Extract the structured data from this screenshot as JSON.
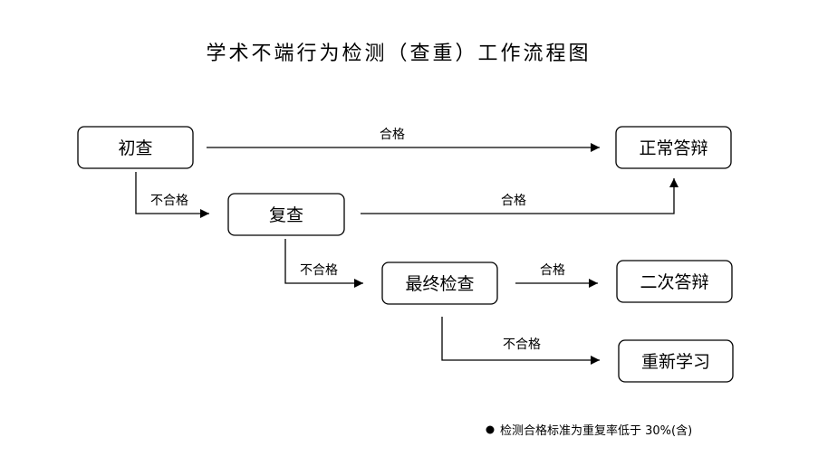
{
  "title": "学术不端行为检测（查重）工作流程图",
  "colors": {
    "stroke": "#000000",
    "background": "#ffffff"
  },
  "nodes": {
    "initial_check": "初查",
    "normal_defense": "正常答辩",
    "recheck": "复查",
    "final_check": "最终检查",
    "second_defense": "二次答辩",
    "relearn": "重新学习"
  },
  "edges": {
    "initial_pass": "合格",
    "initial_fail": "不合格",
    "recheck_pass": "合格",
    "recheck_fail": "不合格",
    "final_pass": "合格",
    "final_fail": "不合格"
  },
  "note": {
    "bullet_icon": "bullet-dot-icon",
    "text": "检测合格标准为重复率低于 30%(含)"
  }
}
